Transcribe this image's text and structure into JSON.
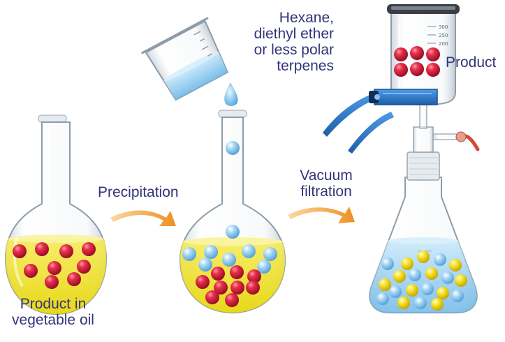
{
  "labels": {
    "solvent": [
      "Hexane,",
      "diethyl ether",
      "or less polar",
      "terpenes"
    ],
    "product_top": "Product",
    "precipitation": "Precipitation",
    "vacuum": [
      "Vacuum",
      "filtration"
    ],
    "start": [
      "Product in",
      "vegetable oil"
    ]
  },
  "funnel_marks": [
    "300",
    "250",
    "200"
  ],
  "colors": {
    "text": "#33347a",
    "oil": "#f0e020",
    "red_bead": "#e02040",
    "blue_bead": "#8cc8f0",
    "yellow_bead": "#f8e020",
    "water": "#9ed2f0",
    "arrow": "#f0a030",
    "clamp": "#2b74c8"
  }
}
